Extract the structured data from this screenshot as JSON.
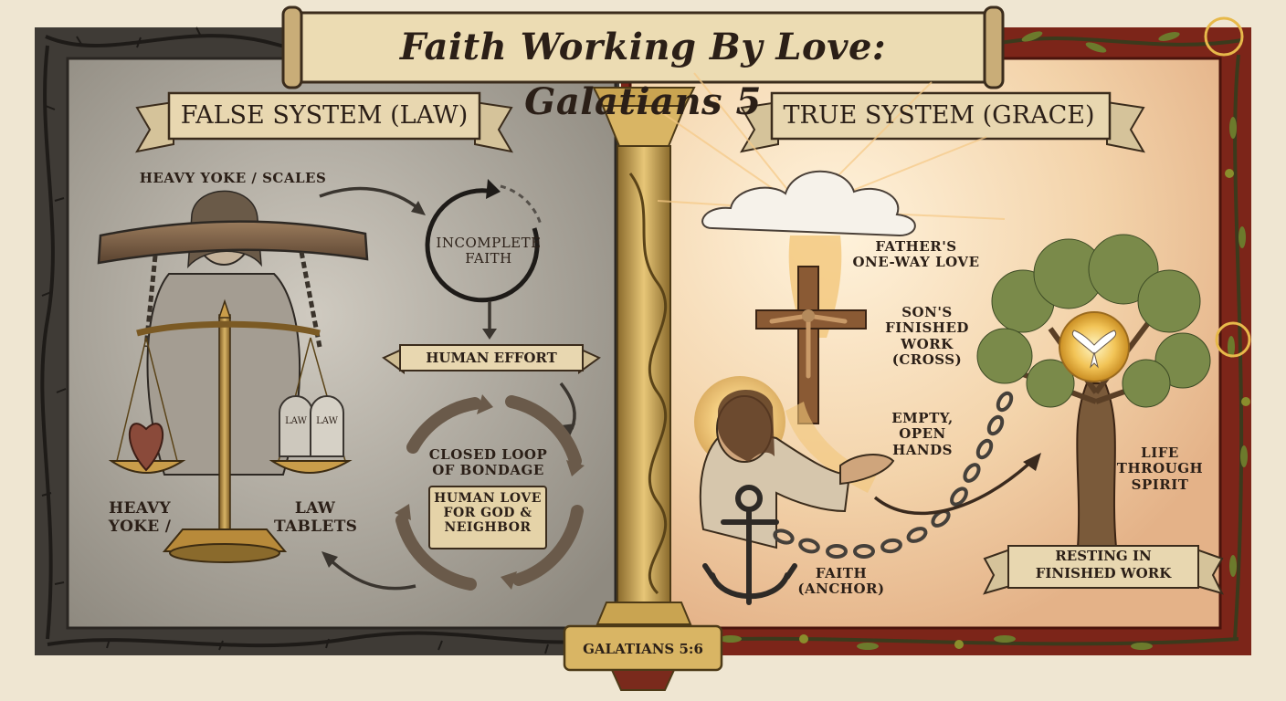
{
  "title": "Faith Working By Love: Galatians 5",
  "footer_reference": "GALATIANS 5:6",
  "left_panel": {
    "heading": "FALSE SYSTEM (LAW)",
    "yoke_scales_label": "HEAVY YOKE / SCALES",
    "incomplete_faith_label": "INCOMPLETE\nFAITH",
    "human_effort_label": "HUMAN EFFORT",
    "closed_loop_label": "CLOSED LOOP\nOF BONDAGE",
    "human_love_label": "HUMAN LOVE\nFOR GOD &\nNEIGHBOR",
    "heavy_yoke_label": "HEAVY\nYOKE /",
    "law_tablets_label": "LAW\nTABLETS",
    "tablet_inscription": "LAW"
  },
  "right_panel": {
    "heading": "TRUE SYSTEM (GRACE)",
    "fathers_love_label": "FATHER'S\nONE-WAY LOVE",
    "sons_work_label": "SON'S\nFINISHED\nWORK\n(CROSS)",
    "open_hands_label": "EMPTY,\nOPEN\nHANDS",
    "spirit_life_label": "LIFE\nTHROUGH\nSPIRIT",
    "resting_label": "RESTING IN\nFINISHED WORK",
    "faith_anchor_label": "FAITH\n(ANCHOR)"
  },
  "colors": {
    "left_bg": "#b9b4aa",
    "right_bg": "#f4dcbc",
    "banner": "#e8d7b0",
    "border_left": "#3e3a35",
    "border_right": "#7a2318",
    "ink": "#2b1f17",
    "gold": "#c79a3a"
  }
}
